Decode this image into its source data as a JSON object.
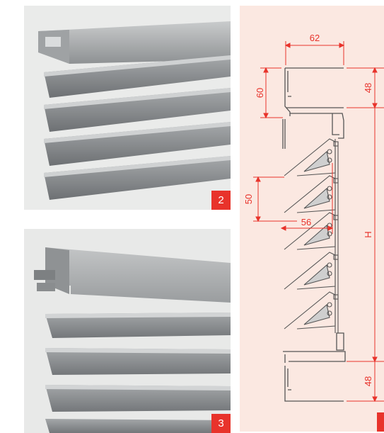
{
  "colors": {
    "accent": "#e8332b",
    "panel_bg": "#fbe8e1",
    "dimension": "#e8332b",
    "profile": "#555555",
    "metal": "#9a9d9f"
  },
  "photos": [
    {
      "badge": "2"
    },
    {
      "badge": "3"
    }
  ],
  "drawing": {
    "dim_width_top": "62",
    "dim_height_top": "60",
    "dim_frame_top": "48",
    "dim_pitch": "50",
    "dim_blade_depth": "56",
    "dim_overall_height": "H",
    "dim_frame_bottom": "48"
  }
}
